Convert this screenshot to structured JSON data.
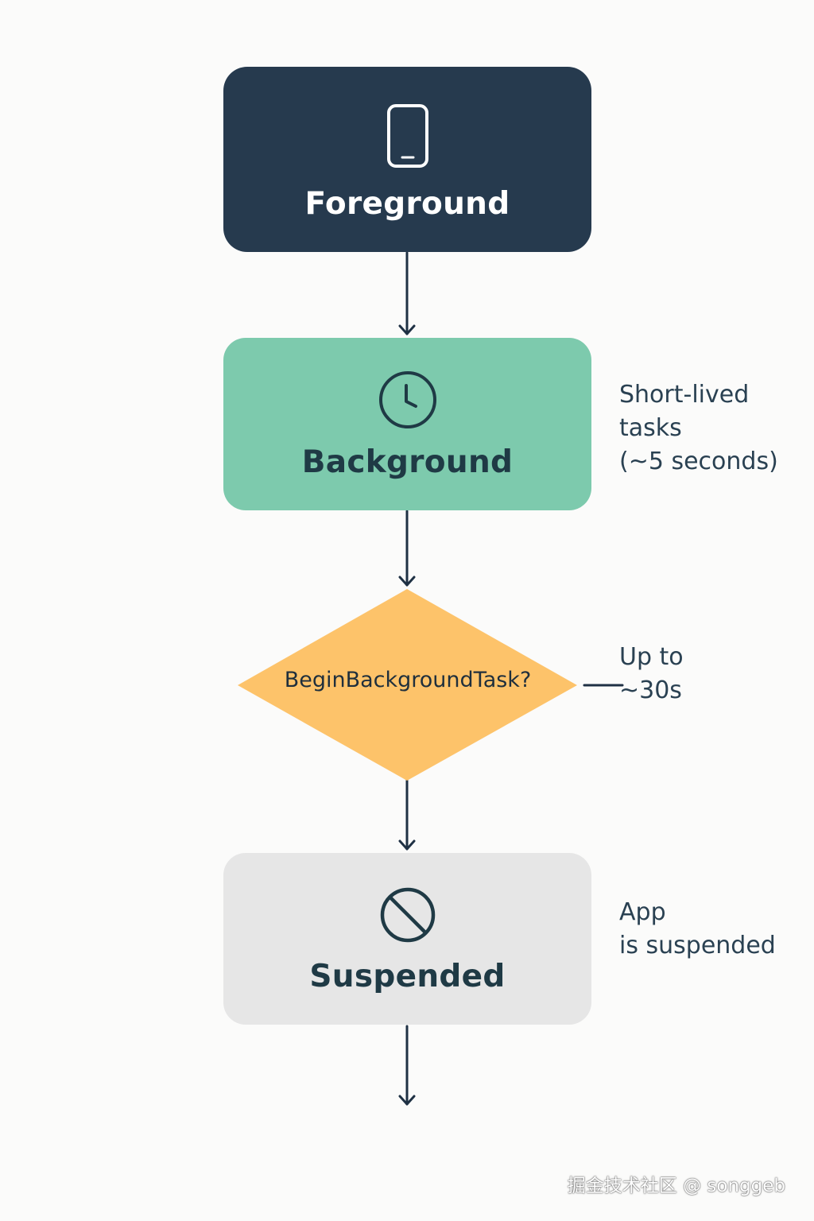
{
  "diagram": {
    "nodes": {
      "foreground": {
        "title": "Foreground",
        "icon": "phone-icon",
        "color": "#263a4e"
      },
      "background": {
        "title": "Background",
        "icon": "clock-icon",
        "color": "#7dcaad"
      },
      "decision": {
        "title": "BeginBackgroundTask?",
        "color": "#fdc36a"
      },
      "suspended": {
        "title": "Suspended",
        "icon": "prohibited-icon",
        "color": "#e6e6e6"
      }
    },
    "notes": {
      "short_lived": {
        "line1": "Short-lived",
        "line2": "tasks",
        "line3": "(~5 seconds)"
      },
      "up_to": {
        "line1": "Up to",
        "line2": "~30s"
      },
      "app_suspended": {
        "line1": "App",
        "line2": "is suspended"
      }
    },
    "edge_color": "#1f3144"
  },
  "watermark": "掘金技术社区 @ songgeb"
}
